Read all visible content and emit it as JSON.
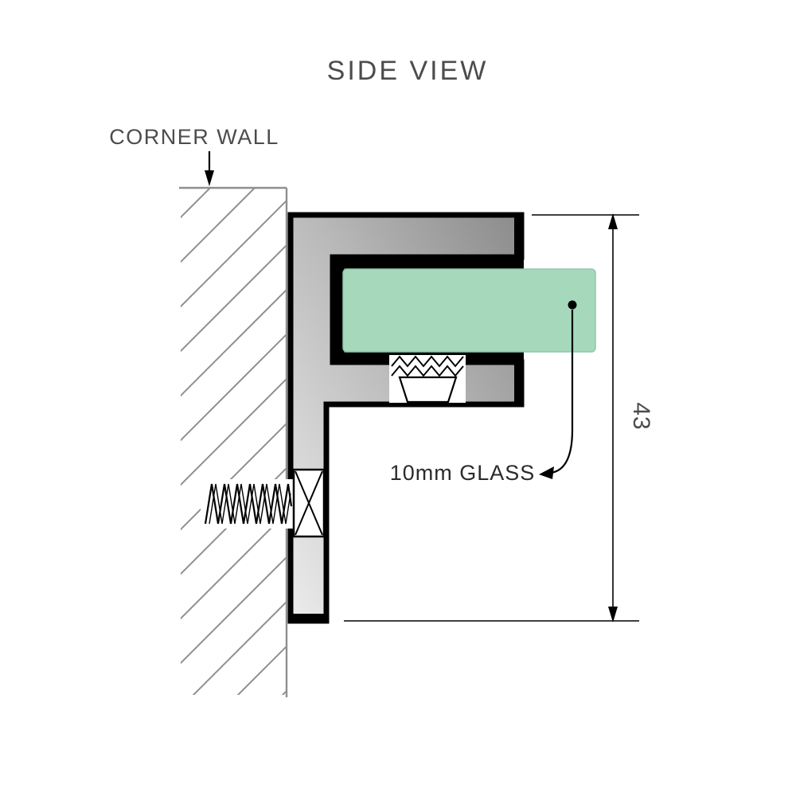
{
  "title": "SIDE VIEW",
  "annotations": {
    "corner_wall_label": "CORNER WALL",
    "glass_label": "10mm GLASS",
    "height_dimension_value": "43"
  },
  "colors": {
    "text": "#4c4c4c",
    "glass_label_text": "#2b2b2b",
    "line": "#000000",
    "wall_line": "#8f8f8f",
    "glass_fill": "#a6d9bc",
    "glass_edge": "#8fc8aa",
    "bracket_light": "#ececec",
    "bracket_mid": "#b9b9b9",
    "bracket_dark": "#8b8b8b",
    "background": "#ffffff"
  }
}
